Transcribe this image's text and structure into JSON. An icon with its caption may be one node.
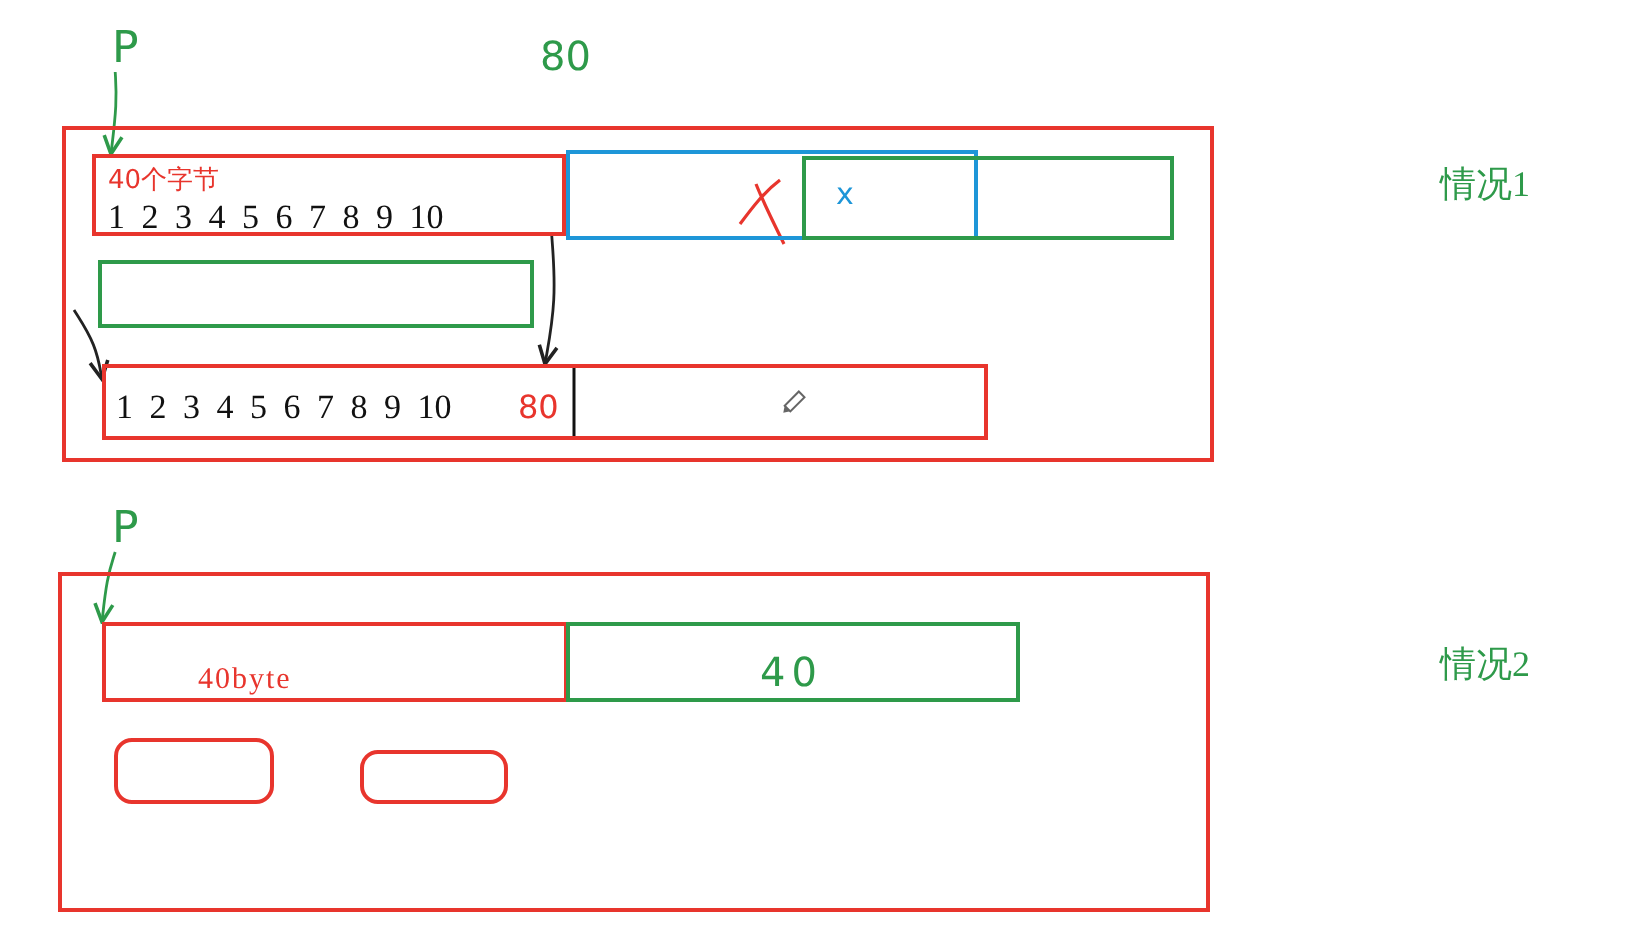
{
  "diagram": {
    "nodes": [
      {
        "text": [
          "P"
        ]
      },
      {
        "text": [],
        "shape": "box"
      },
      {
        "text": [
          "40个字节",
          "1 2 3 4 5 6 7 8 9 10"
        ],
        "in": 1
      },
      {
        "text": [],
        "shape": "box",
        "in": 1
      },
      {
        "text": [],
        "shape": "box",
        "in": 1
      },
      {
        "text": [],
        "shape": "box",
        "in": 1
      },
      {
        "text": [
          "1 2 3 4 5 6 7 8 9 10",
          "80"
        ],
        "in": 1
      },
      {
        "text": [
          "P"
        ]
      },
      {
        "text": [],
        "shape": "box"
      },
      {
        "text": [
          "40byte"
        ],
        "in": 8
      },
      {
        "text": [
          "40"
        ],
        "in": 8
      },
      {
        "text": [],
        "shape": "box",
        "in": 8
      },
      {
        "text": [],
        "shape": "box",
        "in": 8
      }
    ],
    "edges": [
      {
        "from": 0,
        "to": 2,
        "arrow": "to",
        "color": "#2e9a4a"
      },
      {
        "from": 2,
        "to": 6,
        "arrow": "to",
        "color": "#222222"
      },
      {
        "from": null,
        "to": 6,
        "arrow": "to",
        "color": "#222222"
      },
      {
        "from": 7,
        "to": 9,
        "arrow": "to",
        "color": "#2e9a4a"
      }
    ],
    "labels": [
      "80",
      "情况1",
      "x",
      "情况2"
    ]
  }
}
